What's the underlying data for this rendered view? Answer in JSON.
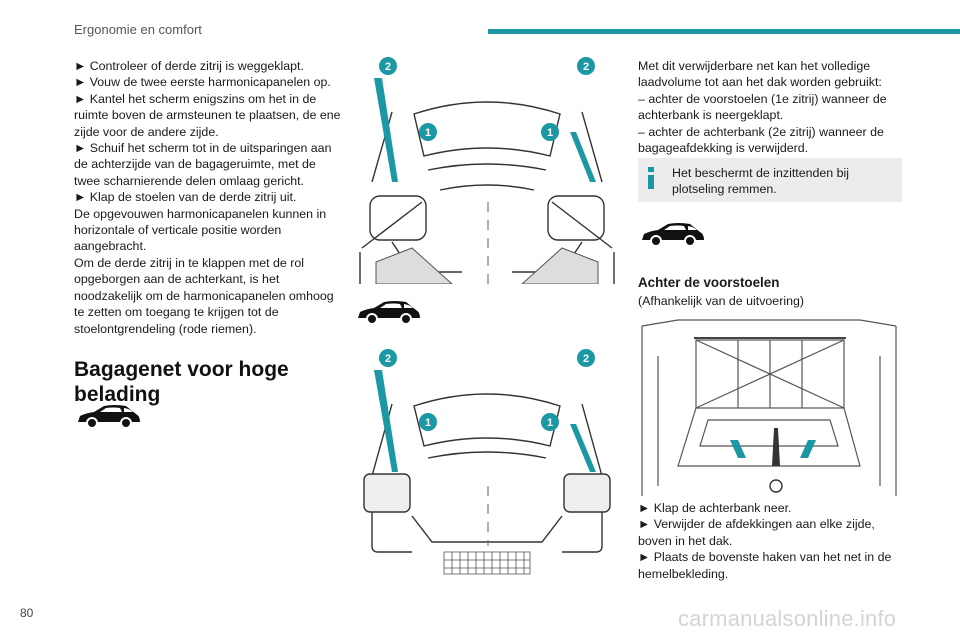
{
  "header": {
    "title": "Ergonomie en comfort",
    "accent_color": "#1c98a4"
  },
  "page_number": "80",
  "watermark": "carmanualsonline.info",
  "left_column": {
    "paragraphs": [
      "► Controleer of derde zitrij is weggeklapt.",
      "► Vouw de twee eerste harmonicapanelen op.",
      "► Kantel het scherm enigszins om het in de ruimte boven de armsteunen te plaatsen, de ene zijde voor de andere zijde.",
      "► Schuif het scherm tot in de uitsparingen aan de achterzijde van de bagageruimte, met de twee scharnierende delen omlaag gericht.",
      "► Klap de stoelen van de derde zitrij uit.",
      "De opgevouwen harmonicapanelen kunnen in horizontale of verticale positie worden aangebracht.",
      "Om de derde zitrij in te klappen met de rol opgeborgen aan de achterkant, is het noodzakelijk om de harmonicapanelen omhoog te zetten om toegang te krijgen tot de stoelontgrendeling (rode riemen)."
    ],
    "section_title": "Bagagenet voor hoge belading"
  },
  "illustrations": {
    "callouts": [
      "1",
      "2"
    ],
    "icons": [
      "car-suv-icon",
      "car-suv-icon",
      "car-suv-icon",
      "tool-icon"
    ]
  },
  "right_column": {
    "intro": [
      "Met dit verwijderbare net kan het volledige laadvolume tot aan het dak worden gebruikt:",
      "–  achter de voorstoelen (1e zitrij) wanneer de achterbank is neergeklapt.",
      "–  achter de achterbank (2e zitrij) wanneer de bagageafdekking is verwijderd."
    ],
    "info_box": {
      "icon": "info-icon",
      "text": "Het beschermt de inzittenden bij plotseling remmen."
    },
    "subsection_title": "Achter de voorstoelen",
    "subsection_note": "(Afhankelijk van de uitvoering)",
    "steps": [
      "► Klap de achterbank neer.",
      "► Verwijder de afdekkingen aan elke zijde, boven in het dak.",
      "► Plaats de bovenste haken van het net in de hemelbekleding."
    ]
  }
}
